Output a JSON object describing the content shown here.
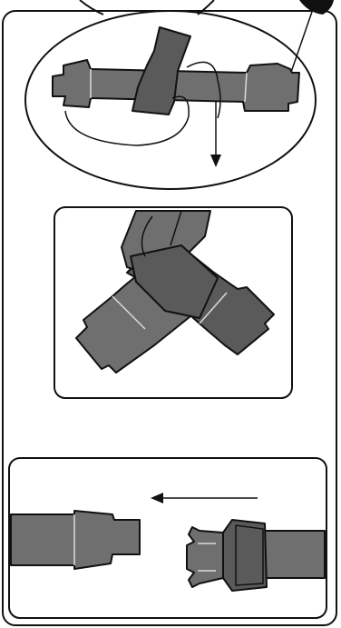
{
  "figure": {
    "description_steps": [
      "thread-strap-through-loop",
      "cross-straps",
      "insert-buckle"
    ],
    "colors": {
      "strap": "#6f6f6f",
      "strap_dark": "#3d3d3d",
      "line": "#111111",
      "background": "#ffffff"
    }
  }
}
